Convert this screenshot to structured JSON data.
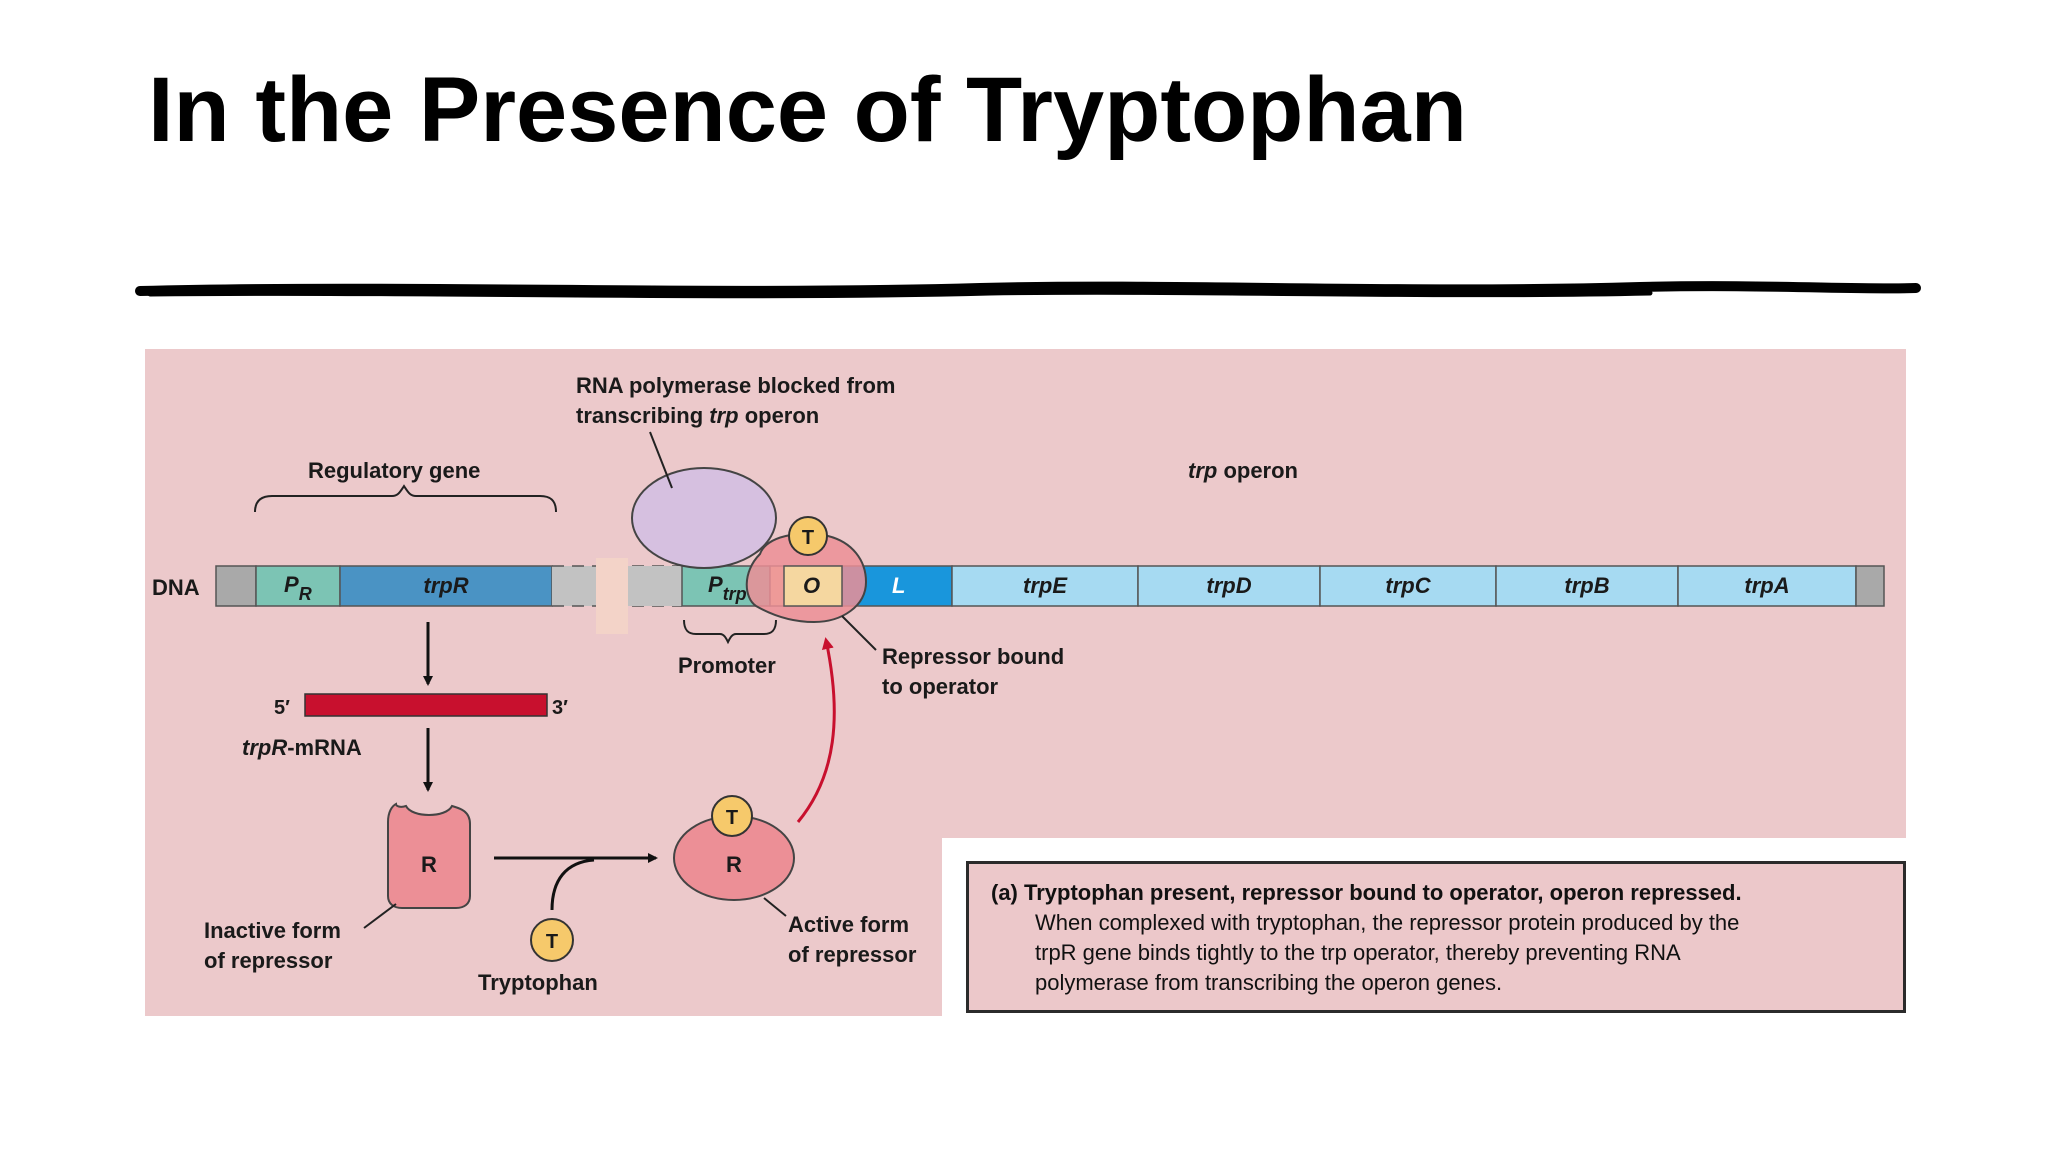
{
  "title": "In the Presence of Tryptophan",
  "labels": {
    "dna": "DNA",
    "regulatory_gene": "Regulatory gene",
    "trp_operon": "trp operon",
    "rna_polymerase": [
      "RNA polymerase blocked from",
      "transcribing trp operon"
    ],
    "promoter": "Promoter",
    "repressor_bound": [
      "Repressor bound",
      "to operator"
    ],
    "mrna_5": "5′",
    "mrna_3": "3′",
    "trpr_mrna": "trpR-mRNA",
    "inactive_repressor": [
      "Inactive form",
      "of repressor"
    ],
    "tryptophan": "Tryptophan",
    "active_repressor": [
      "Active form",
      "of repressor"
    ],
    "repressor_letter": "R",
    "tryptophan_letter": "T"
  },
  "dna_segments": {
    "pr": "PR",
    "trpr": "trpR",
    "ptrp": "Ptrp",
    "operator": "O",
    "leader": "L",
    "genes": [
      "trpE",
      "trpD",
      "trpC",
      "trpB",
      "trpA"
    ]
  },
  "caption": {
    "head": "(a) Tryptophan present, repressor bound to operator, operon repressed.",
    "lines": [
      "When complexed with tryptophan, the repressor protein produced by the",
      "trpR gene binds tightly to the trp operator, thereby preventing RNA",
      "polymerase from transcribing the operon genes."
    ]
  },
  "colors": {
    "panel_bg": "#ecc9cb",
    "dna_gray": "#a9a9a9",
    "promoter_teal": "#7cc4b4",
    "trpr_blue": "#4a93c4",
    "leader_blue": "#1996dc",
    "gene_light_blue": "#a6daf2",
    "operator_tan": "#f5d7a0",
    "mrna_red": "#c8102e",
    "repressor_pink": "#ec8f96",
    "polymerase_lavender": "#d6c0e0",
    "tryptophan_yellow": "#f6c96b",
    "arrow_red": "#c8102e"
  }
}
